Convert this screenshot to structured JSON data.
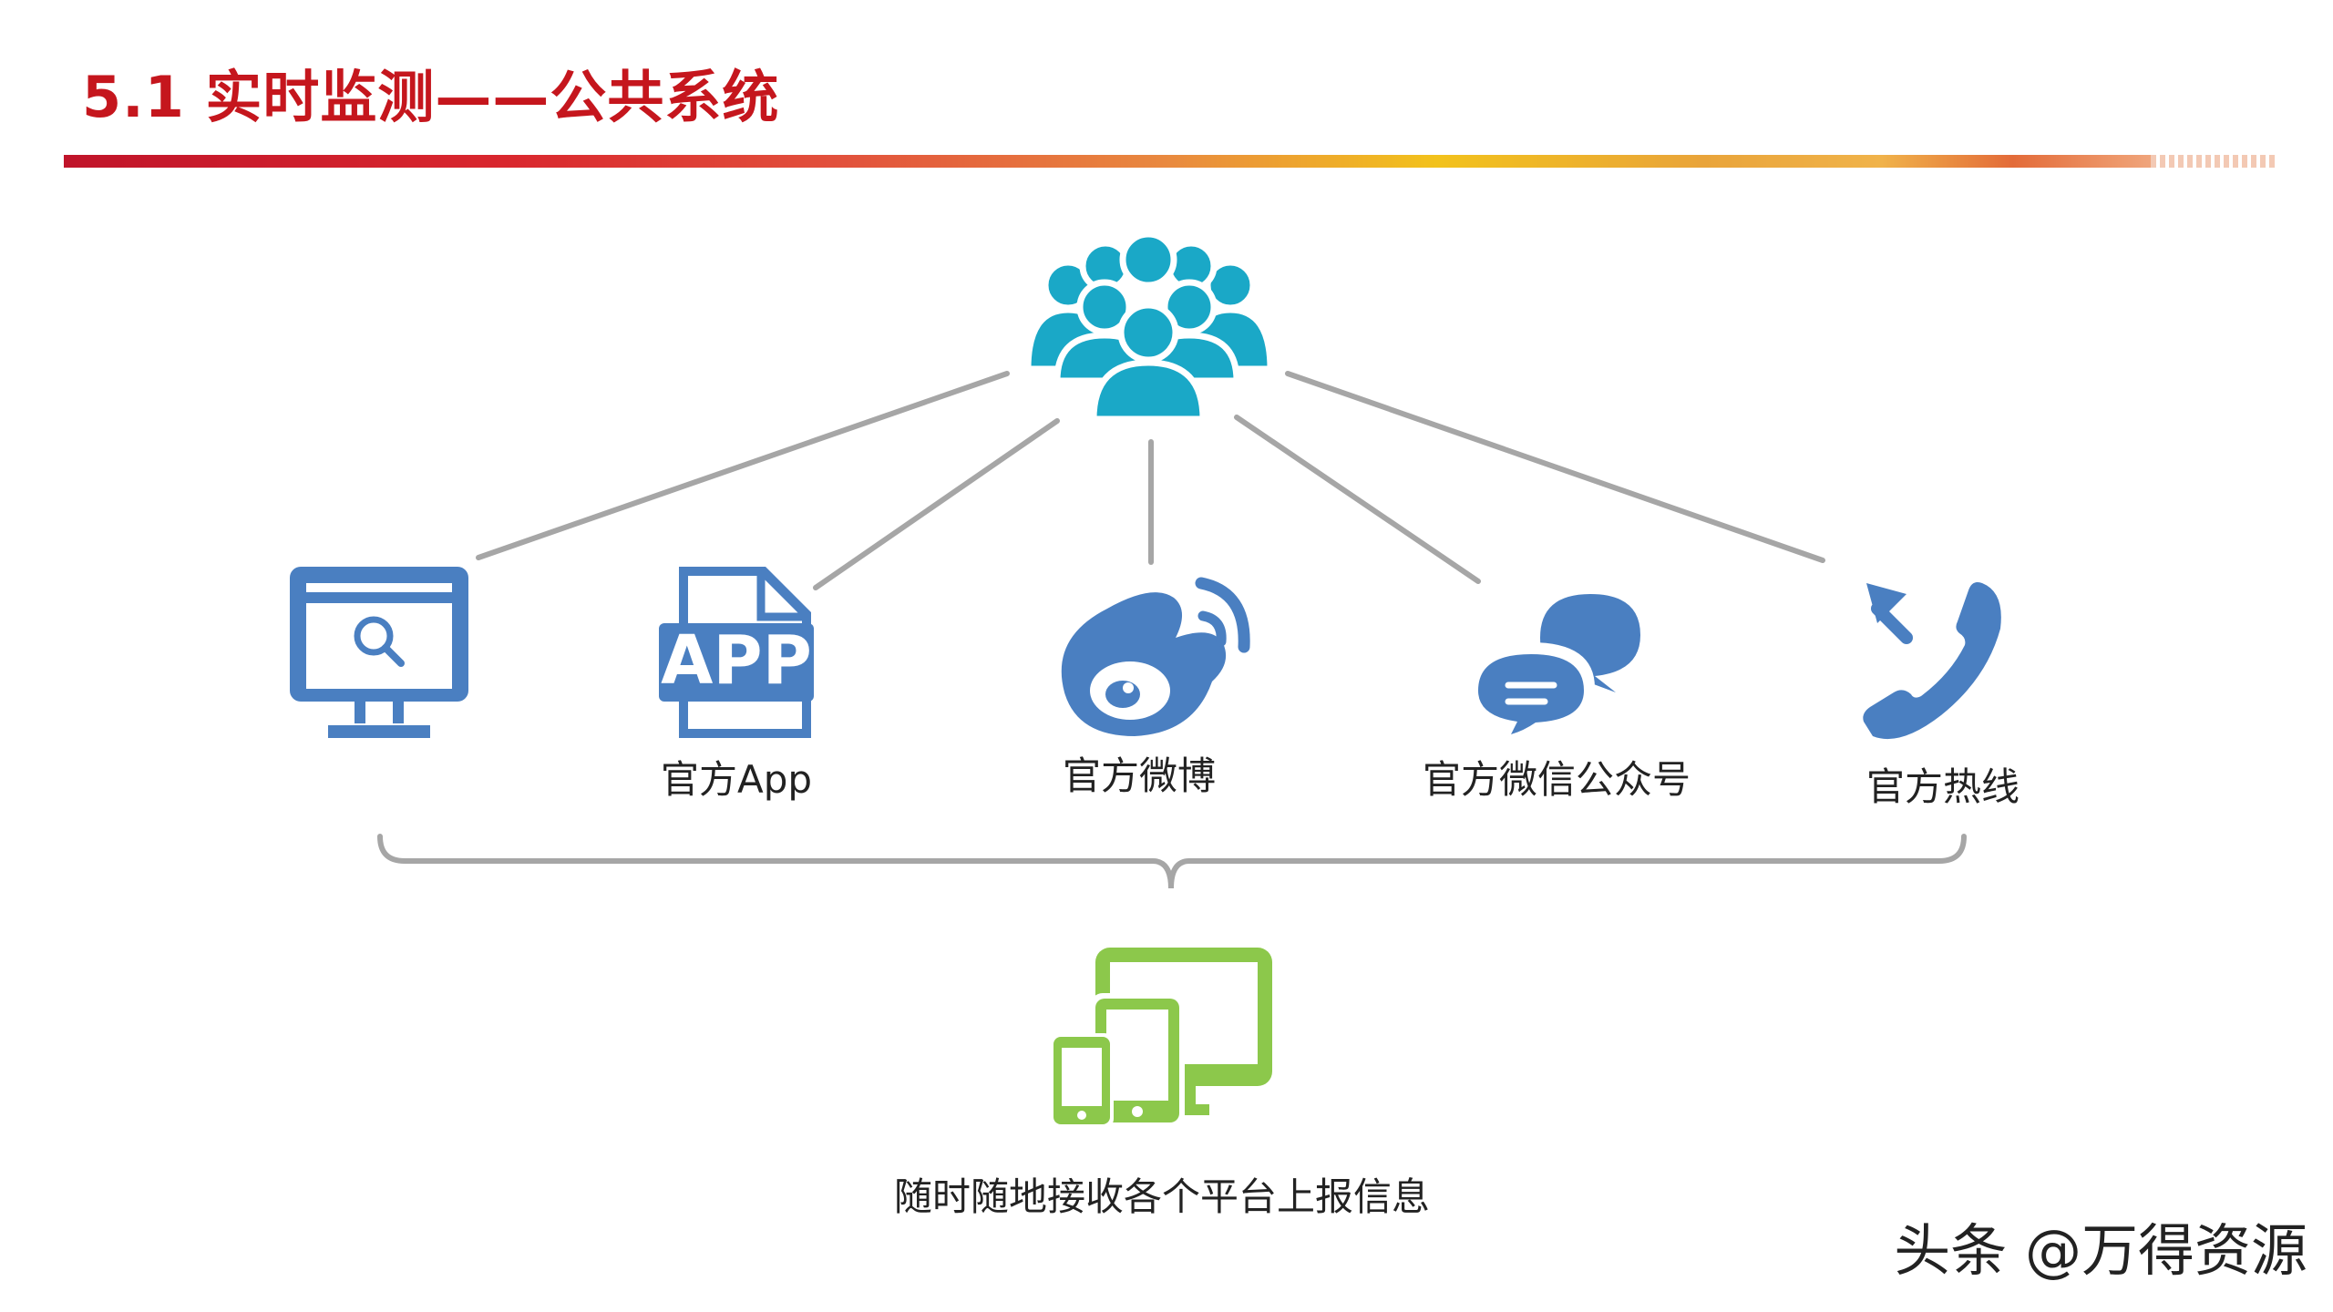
{
  "title": "5.1 实时监测——公共系统",
  "labels": {
    "app": "官方App",
    "weibo": "官方微博",
    "wechat": "官方微信公众号",
    "hotline": "官方热线",
    "bottom": "随时随地接收各个平台上报信息"
  },
  "icons": {
    "people": "people-group-icon",
    "website": "monitor-search-icon",
    "app": "app-file-icon",
    "app_text": "APP",
    "weibo": "weibo-icon",
    "wechat": "chat-bubbles-icon",
    "hotline": "phone-outgoing-icon",
    "devices": "multi-device-icon"
  },
  "colors": {
    "title": "#c5161d",
    "people": "#1aa8c7",
    "icons": "#4a7fc1",
    "devices": "#8cc84b",
    "lines": "#a6a6a6"
  },
  "watermark": "头条 @万得资源"
}
